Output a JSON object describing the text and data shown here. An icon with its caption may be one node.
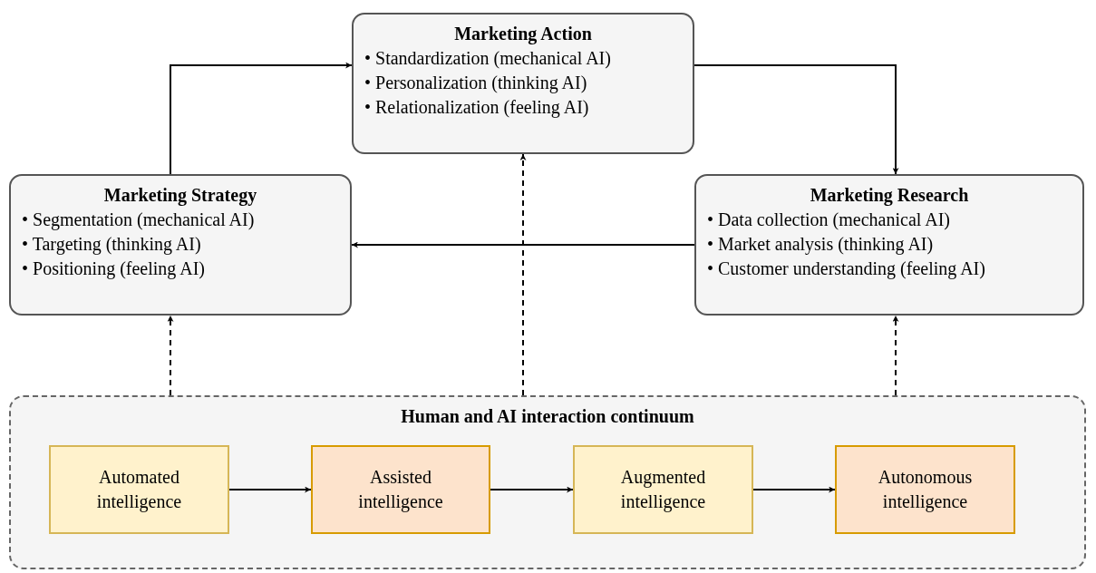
{
  "diagram": {
    "nodes": [
      {
        "text": [
          "Marketing Action",
          "• Standardization (mechanical AI)",
          "• Personalization (thinking AI)",
          "• Relationalization (feeling AI)"
        ]
      },
      {
        "text": [
          "Marketing Strategy",
          "• Segmentation (mechanical AI)",
          "• Targeting (thinking AI)",
          "• Positioning (feeling AI)"
        ]
      },
      {
        "text": [
          "Marketing Research",
          "• Data collection (mechanical AI)",
          "• Market analysis (thinking AI)",
          "• Customer understanding (feeling AI)"
        ]
      },
      {
        "text": [
          "Human and AI interaction continuum"
        ]
      },
      {
        "text": [
          "Automated intelligence"
        ],
        "in": 3
      },
      {
        "text": [
          "Assisted intelligence"
        ],
        "in": 3
      },
      {
        "text": [
          "Augmented intelligence"
        ],
        "in": 3
      },
      {
        "text": [
          "Autonomous intelligence"
        ],
        "in": 3
      }
    ],
    "edges": [
      {
        "from": 1,
        "to": 0,
        "arrow": "to"
      },
      {
        "from": 0,
        "to": 2,
        "arrow": "to"
      },
      {
        "from": 2,
        "to": 1,
        "arrow": "to"
      },
      {
        "from": 3,
        "to": 1,
        "arrow": "to",
        "style": "dashed"
      },
      {
        "from": 3,
        "to": 0,
        "arrow": "to",
        "style": "dashed"
      },
      {
        "from": 3,
        "to": 2,
        "arrow": "to",
        "style": "dashed"
      },
      {
        "from": 4,
        "to": 5,
        "arrow": "to"
      },
      {
        "from": 5,
        "to": 6,
        "arrow": "to"
      },
      {
        "from": 6,
        "to": 7,
        "arrow": "to"
      }
    ]
  }
}
